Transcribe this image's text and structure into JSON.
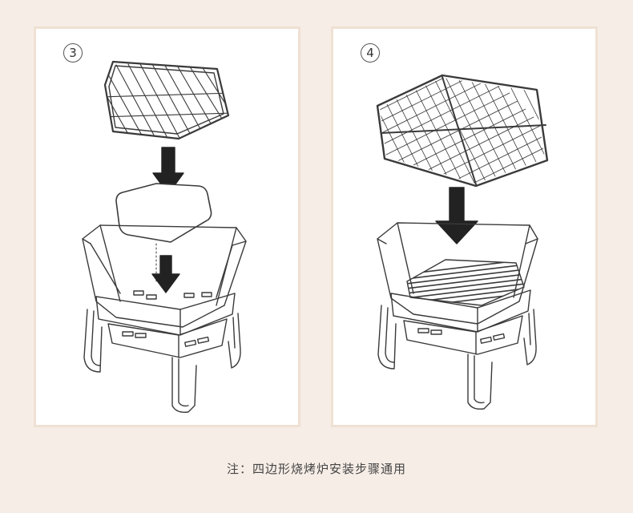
{
  "steps": [
    {
      "number": "3"
    },
    {
      "number": "4"
    }
  ],
  "note": "注：四边形烧烤炉安装步骤通用",
  "colors": {
    "background": "#f6ede6",
    "panel_border": "#efe1d3",
    "line": "#3a3a3a",
    "arrow": "#222222"
  },
  "icons": [
    "down-arrow-icon"
  ]
}
